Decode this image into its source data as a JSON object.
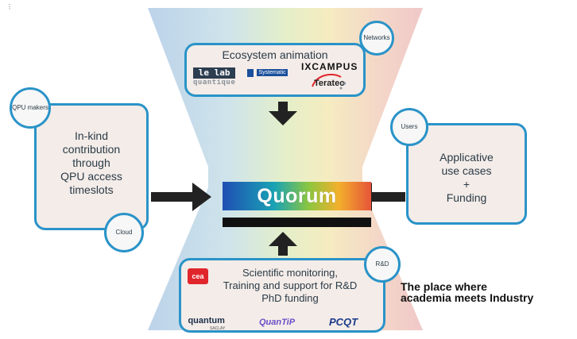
{
  "top_box": {
    "title": "Ecosystem animation",
    "badge": "Networks",
    "logos": {
      "lelab_line1": "le lab",
      "lelab_line2": "quantique",
      "systematic": "Systematic",
      "ixcampus": "IXCAMPUS",
      "teratec": "Teratec"
    }
  },
  "left_box": {
    "lines": [
      "In-kind",
      "contribution",
      "through",
      "QPU access",
      "timeslots"
    ],
    "badge_top": "QPU makers",
    "badge_bottom": "Cloud"
  },
  "right_box": {
    "lines": [
      "Applicative",
      "use cases",
      "+",
      "Funding"
    ],
    "badge": "Users"
  },
  "center": {
    "title": "Quorum"
  },
  "bottom_box": {
    "lines": [
      "Scientific monitoring,",
      "Training and support for R&D",
      "PhD funding"
    ],
    "badge": "R&D",
    "logos": {
      "cea": "cea",
      "quantum_line1": "quantum",
      "quantum_line2": "SACLAY",
      "quantip": "QuanTiP",
      "pcqt": "PCQT"
    }
  },
  "tagline": {
    "line1": "The place where",
    "line2": "academia meets Industry"
  },
  "corner_glyph": "⋮",
  "colors": {
    "border": "#2a93c8",
    "box_fill": "#f4ece8",
    "arrow": "#222222",
    "quorum_gradient": [
      "#1f4fb4",
      "#1aa3b4",
      "#8cc63f",
      "#f3b02c",
      "#e6543a"
    ]
  }
}
